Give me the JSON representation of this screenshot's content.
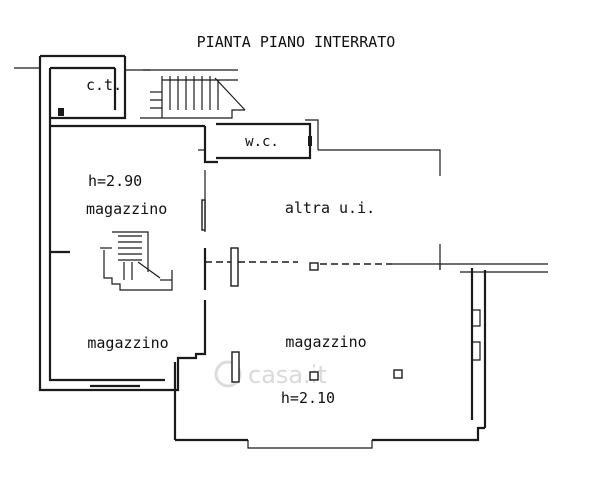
{
  "plan": {
    "title": "PIANTA PIANO INTERRATO",
    "rooms": {
      "ct": "c.t.",
      "wc": "w.c.",
      "altra": "altra u.i.",
      "magazzino_top": "magazzino",
      "magazzino_left": "magazzino",
      "magazzino_main": "magazzino"
    },
    "heights": {
      "top": "h=2.90",
      "main": "h=2.10"
    },
    "watermark": "casa.it"
  }
}
